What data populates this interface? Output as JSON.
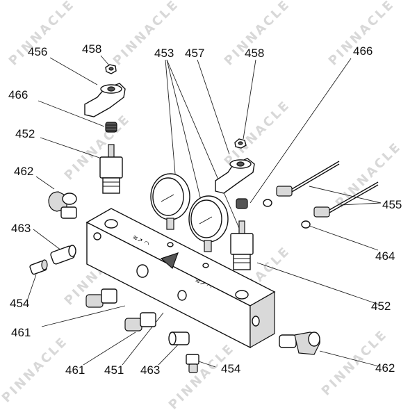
{
  "watermark": {
    "text": "PINNACLE"
  },
  "callouts": {
    "c456": "456",
    "c458a": "458",
    "c453": "453",
    "c457": "457",
    "c458b": "458",
    "c466a": "466",
    "c466b": "466",
    "c452a": "452",
    "c462a": "462",
    "c455": "455",
    "c463a": "463",
    "c464": "464",
    "c454a": "454",
    "c452b": "452",
    "c461a": "461",
    "c461b": "461",
    "c451": "451",
    "c463b": "463",
    "c454b": "454",
    "c462b": "462"
  }
}
